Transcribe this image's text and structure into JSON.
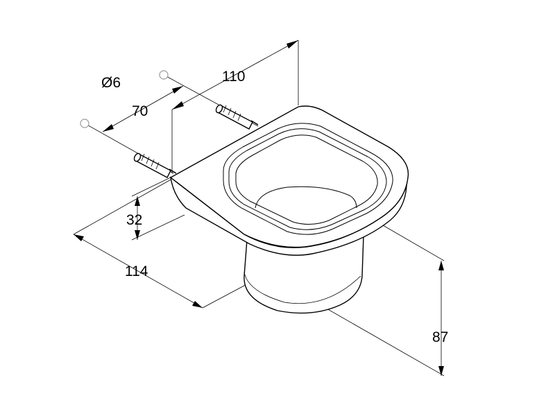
{
  "dimensions": {
    "hole_diameter": "Ø6",
    "hole_spacing": "70",
    "depth_top": "110",
    "plate_height": "32",
    "width": "114",
    "cup_height": "87"
  },
  "colors": {
    "line": "#000000",
    "background": "#ffffff",
    "hole_marker": "#999999"
  }
}
